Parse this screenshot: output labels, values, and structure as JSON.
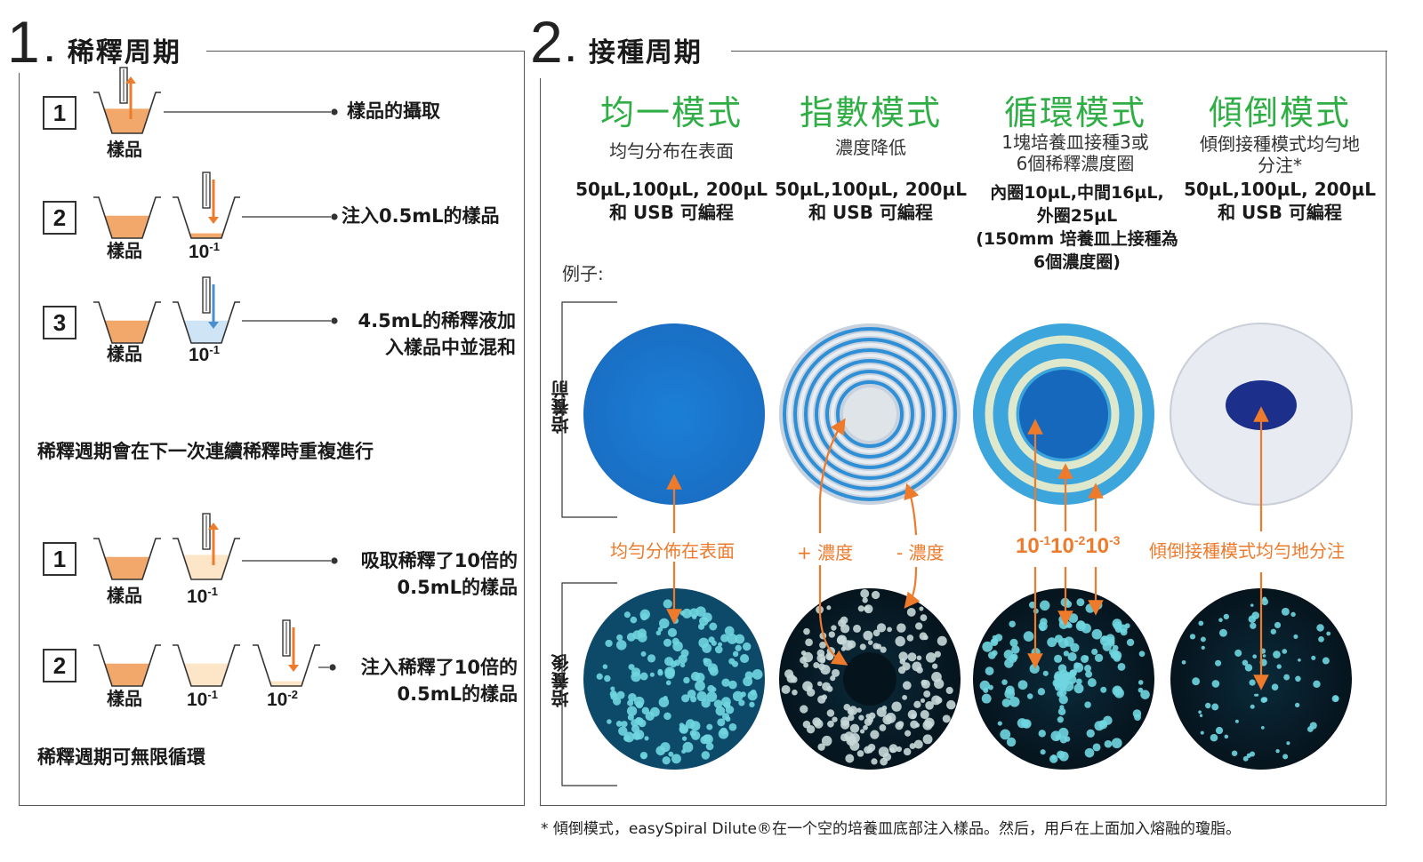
{
  "section1": {
    "num": "1",
    "title": ". 稀釋周期",
    "steps_a": [
      {
        "n": "1",
        "cups": [
          {
            "label": "樣品"
          }
        ],
        "desc": [
          "樣品的攝取"
        ]
      },
      {
        "n": "2",
        "cups": [
          {
            "label": "樣品"
          },
          {
            "label": "10",
            "sup": "-1"
          }
        ],
        "desc": [
          "注入0.5mL的樣品"
        ]
      },
      {
        "n": "3",
        "cups": [
          {
            "label": "樣品"
          },
          {
            "label": "10",
            "sup": "-1"
          }
        ],
        "desc": [
          "4.5mL的稀釋液加",
          "入樣品中並混和"
        ]
      }
    ],
    "repeat_note": "稀釋週期會在下一次連續稀釋時重複進行",
    "steps_b": [
      {
        "n": "1",
        "cups": [
          {
            "label": "樣品"
          },
          {
            "label": "10",
            "sup": "-1"
          }
        ],
        "desc": [
          "吸取稀釋了10倍的",
          "0.5mL的樣品"
        ]
      },
      {
        "n": "2",
        "cups": [
          {
            "label": "樣品"
          },
          {
            "label": "10",
            "sup": "-1"
          },
          {
            "label": "10",
            "sup": "-2"
          }
        ],
        "desc": [
          "注入稀釋了10倍的",
          "0.5mL的樣品"
        ]
      }
    ],
    "loop_note": "稀釋週期可無限循環"
  },
  "section2": {
    "num": "2",
    "title": ". 接種周期",
    "example_label": "例子:",
    "side_before": "培養前",
    "side_after": "培養後",
    "modes": [
      {
        "title": "均一模式",
        "sub": [
          "均勻分布在表面"
        ],
        "spec": [
          "50µL,100µL, 200µL",
          "和 USB 可編程"
        ]
      },
      {
        "title": "指數模式",
        "sub": [
          "濃度降低"
        ],
        "spec": [
          "50µL,100µL, 200µL",
          "和 USB 可編程"
        ]
      },
      {
        "title": "循環模式",
        "sub": [
          "1塊培養皿接種3或",
          "6個稀釋濃度圈"
        ],
        "spec": [
          "內圈10µL,中間16µL,",
          "外圈25µL",
          "(150mm 培養皿上接種為",
          "6個濃度圈)"
        ]
      },
      {
        "title": "傾倒模式",
        "sub": [
          "傾倒接種模式均勻地",
          "分注*"
        ],
        "spec": [
          "50µL,100µL, 200µL",
          "和 USB 可編程"
        ]
      }
    ],
    "annotations": {
      "uniform": "均勻分佈在表面",
      "plus": "+ 濃度",
      "minus": "- 濃度",
      "circ": [
        {
          "base": "10",
          "sup": "-1"
        },
        {
          "base": "10",
          "sup": "-2"
        },
        {
          "base": "10",
          "sup": "-3"
        }
      ],
      "pour": "傾倒接種模式均勻地分注"
    }
  },
  "footnote": "* 傾倒模式，easySpiral Dilute®在一个空的培養皿底部注入樣品。然后，用戶在上面加入熔融的瓊脂。",
  "colors": {
    "green": "#2fae45",
    "orange": "#ee7a2c",
    "sample": "#f3a86b",
    "dilute": "#fde6c8",
    "plate_blue": "#1a7fd0",
    "colony": "#6fd6e0"
  }
}
